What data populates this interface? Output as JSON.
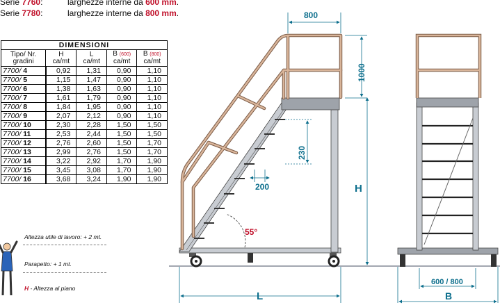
{
  "header": {
    "line1_series": "Serie ",
    "line1_code": "7760",
    "line1_colon": ":",
    "line1_text": "larghezze interne da ",
    "line1_value": "600 mm",
    "line1_end": ".",
    "line2_series": "Serie ",
    "line2_code": "7780",
    "line2_colon": ":",
    "line2_text": "larghezze interne da ",
    "line2_value": "800 mm",
    "line2_end": "."
  },
  "table": {
    "title": "DIMENSIONI",
    "headers": [
      {
        "line1": "Tipo/ Nr.",
        "line2": "gradini"
      },
      {
        "line1": "H",
        "line2": "ca/mt"
      },
      {
        "line1": "L",
        "line2": "ca/mt"
      },
      {
        "line1": "B",
        "sup": "(600)",
        "line2": "ca/mt"
      },
      {
        "line1": "B",
        "sup": "(800)",
        "line2": "ca/mt"
      }
    ],
    "rows": [
      {
        "prefix": "7700/",
        "n": "4",
        "h": "0,92",
        "l": "1,31",
        "b600": "0,90",
        "b800": "1,10"
      },
      {
        "prefix": "7700/",
        "n": "5",
        "h": "1,15",
        "l": "1,47",
        "b600": "0,90",
        "b800": "1,10"
      },
      {
        "prefix": "7700/",
        "n": "6",
        "h": "1,38",
        "l": "1,63",
        "b600": "0,90",
        "b800": "1,10"
      },
      {
        "prefix": "7700/",
        "n": "7",
        "h": "1,61",
        "l": "1,79",
        "b600": "0,90",
        "b800": "1,10"
      },
      {
        "prefix": "7700/",
        "n": "8",
        "h": "1,84",
        "l": "1,95",
        "b600": "0,90",
        "b800": "1,10"
      },
      {
        "prefix": "7700/",
        "n": "9",
        "h": "2,07",
        "l": "2,12",
        "b600": "0,90",
        "b800": "1,10"
      },
      {
        "prefix": "7700/",
        "n": "10",
        "h": "2,30",
        "l": "2,28",
        "b600": "1,50",
        "b800": "1,50"
      },
      {
        "prefix": "7700/",
        "n": "11",
        "h": "2,53",
        "l": "2,44",
        "b600": "1,50",
        "b800": "1,50"
      },
      {
        "prefix": "7700/",
        "n": "12",
        "h": "2,76",
        "l": "2,60",
        "b600": "1,50",
        "b800": "1,70"
      },
      {
        "prefix": "7700/",
        "n": "13",
        "h": "2,99",
        "l": "2,76",
        "b600": "1,50",
        "b800": "1,70"
      },
      {
        "prefix": "7700/",
        "n": "14",
        "h": "3,22",
        "l": "2,92",
        "b600": "1,70",
        "b800": "1,90"
      },
      {
        "prefix": "7700/",
        "n": "15",
        "h": "3,45",
        "l": "3,08",
        "b600": "1,70",
        "b800": "1,90"
      },
      {
        "prefix": "7700/",
        "n": "16",
        "h": "3,68",
        "l": "3,24",
        "b600": "1,90",
        "b800": "1,90"
      }
    ]
  },
  "notes": {
    "work_height": "Altezza utile di lavoro: + 2 mt.",
    "guardrail": "Parapetto: + 1 mt.",
    "h_label": "H",
    "h_text": " - Altezza al piano"
  },
  "dimensions": {
    "top_width": "800",
    "rail_height": "1000",
    "step_rise": "230",
    "step_depth": "200",
    "angle": "55°",
    "height": "H",
    "length": "L",
    "inner_width": "600 / 800",
    "base_width": "B"
  },
  "colors": {
    "accent_red": "#c0102a",
    "dimension_blue": "#0d6f8d",
    "rail_tan": "#d9b59a",
    "frame_grey": "#c8ccd2",
    "platform_grey": "#9ea3aa"
  }
}
